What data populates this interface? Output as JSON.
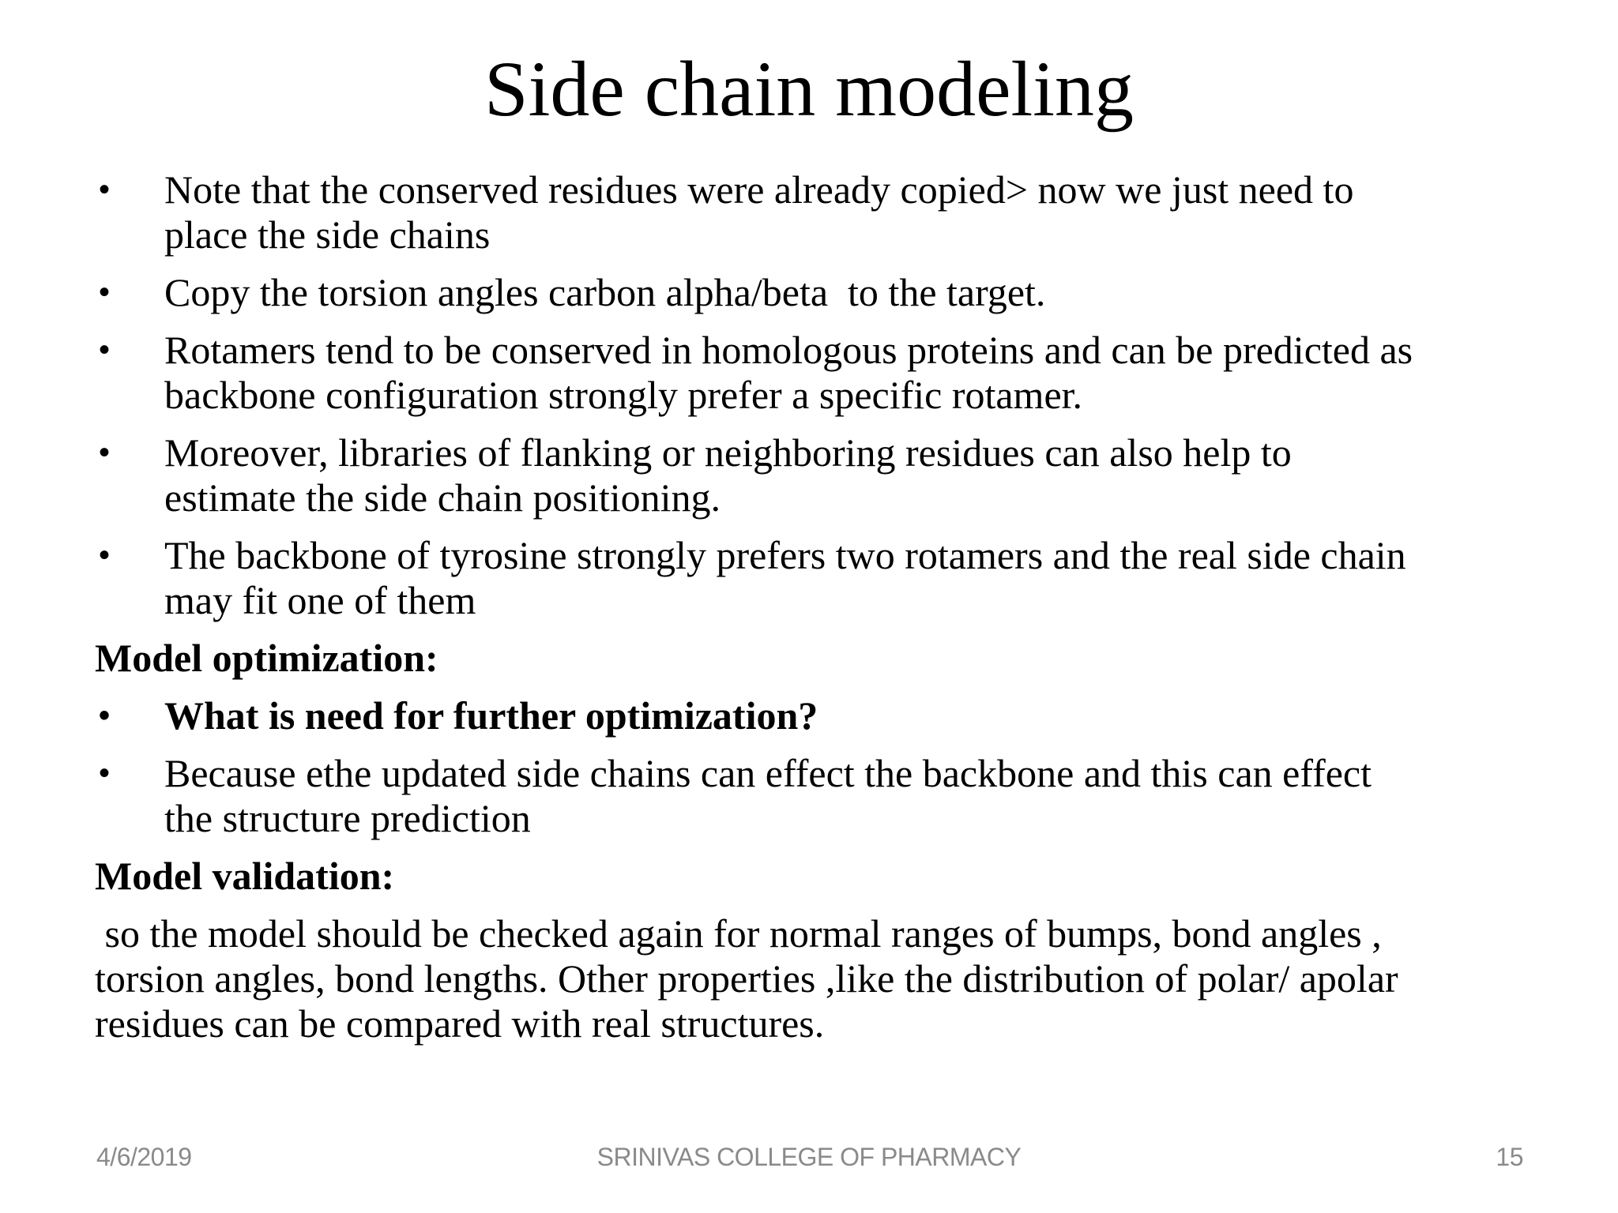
{
  "slide": {
    "title": "Side chain modeling",
    "bullet_char": "•",
    "body": [
      {
        "style": "bullet",
        "text": "Note that the conserved residues were already copied> now we just need to\nplace the side chains"
      },
      {
        "style": "bullet",
        "text": "Copy the torsion angles carbon alpha/beta  to the target."
      },
      {
        "style": "bullet",
        "text": "Rotamers tend to be conserved in homologous proteins and can be predicted as\nbackbone configuration strongly prefer a specific rotamer."
      },
      {
        "style": "bullet",
        "text": "Moreover, libraries of flanking or neighboring residues can also help to\nestimate the side chain positioning."
      },
      {
        "style": "bullet",
        "text": "The backbone of tyrosine strongly prefers two rotamers and the real side chain\nmay fit one of them"
      },
      {
        "style": "heading",
        "text": "Model optimization:"
      },
      {
        "style": "bullet-bold",
        "text": "What is need for further optimization?"
      },
      {
        "style": "bullet",
        "text": "Because ethe updated side chains can effect the backbone and this can effect\nthe structure prediction"
      },
      {
        "style": "heading",
        "text": "Model validation:"
      },
      {
        "style": "plain",
        "text": " so the model should be checked again for normal ranges of bumps, bond angles ,\ntorsion angles, bond lengths. Other properties ,like the distribution of polar/ apolar\nresidues can be compared with real structures."
      }
    ],
    "footer": {
      "date": "4/6/2019",
      "center": "SRINIVAS COLLEGE OF PHARMACY",
      "page_number": "15"
    },
    "colors": {
      "background": "#ffffff",
      "text": "#000000",
      "footer_text": "#8a8a8a"
    }
  }
}
